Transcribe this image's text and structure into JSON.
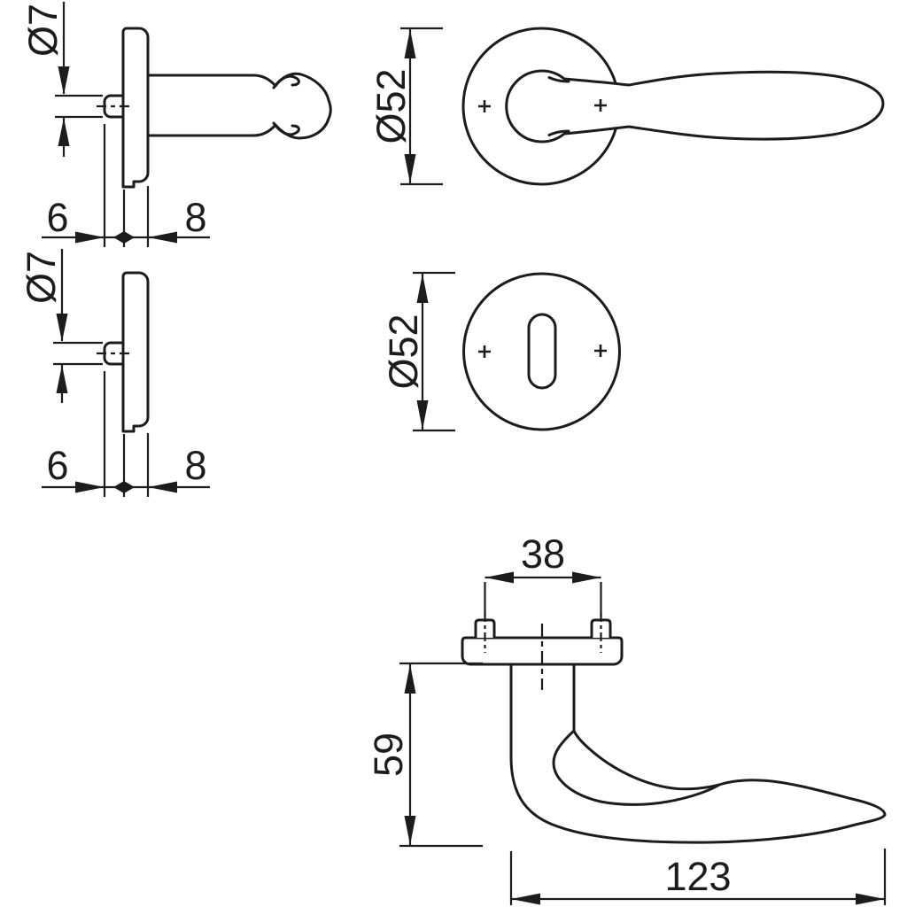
{
  "drawing": {
    "background": "#ffffff",
    "line_color": "#1c1c1c",
    "views": {
      "lever_rose_side": {
        "dims": {
          "spindle_hole": "Ø7",
          "projection": "6",
          "rose_thickness": "8"
        }
      },
      "lever_rose_front": {
        "dims": {
          "rose_diameter": "Ø52"
        }
      },
      "key_rose_side": {
        "dims": {
          "key_hole": "Ø7",
          "projection": "6",
          "rose_thickness": "8"
        }
      },
      "key_rose_front": {
        "dims": {
          "rose_diameter": "Ø52"
        }
      },
      "handle_profile": {
        "dims": {
          "screw_spacing": "38",
          "handle_height": "59",
          "handle_length": "123"
        }
      }
    }
  }
}
